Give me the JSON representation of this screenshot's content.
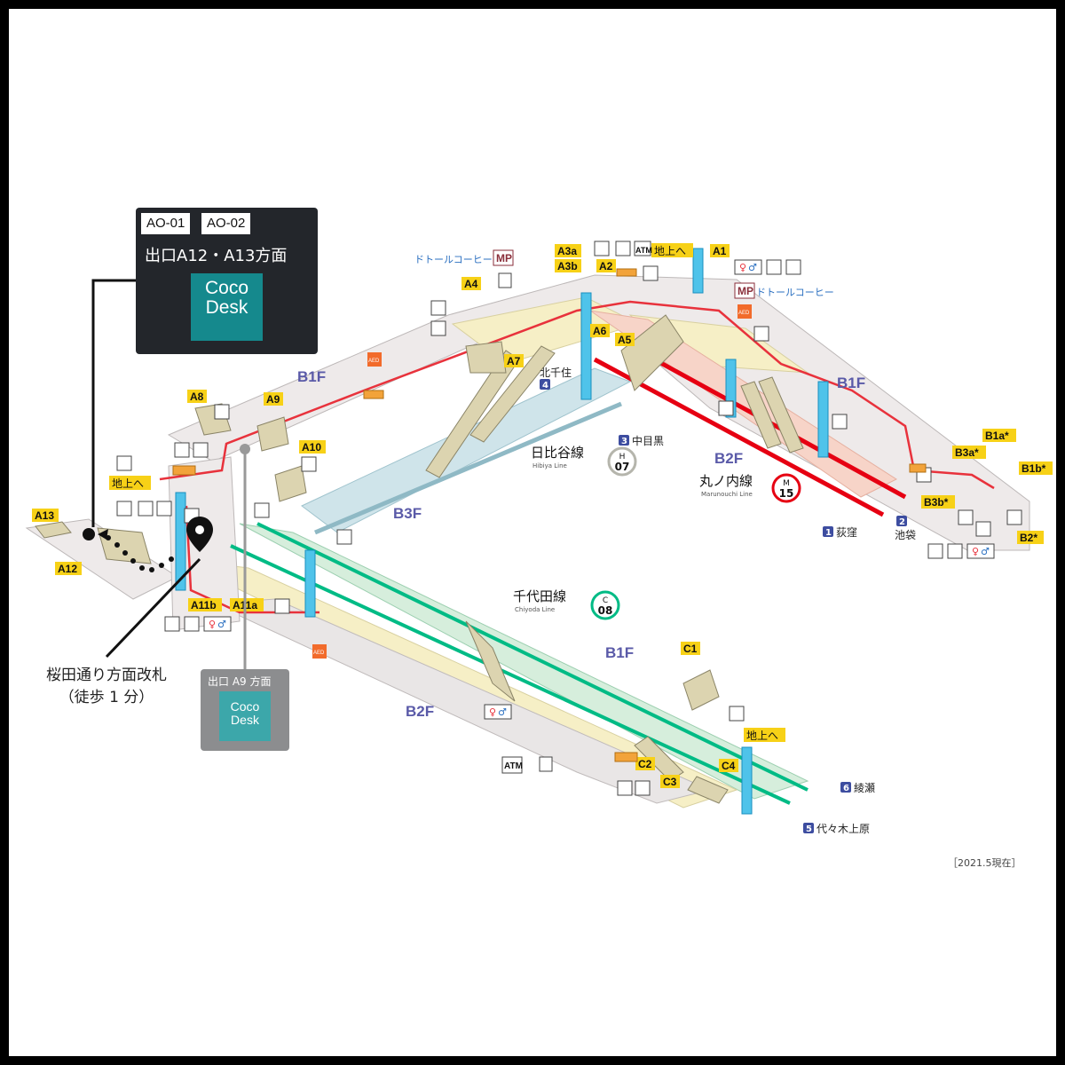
{
  "callout_main": {
    "tags": [
      "AO-01",
      "AO-02"
    ],
    "title": "出口A12・A13方面",
    "logo_line1": "Coco",
    "logo_line2": "Desk"
  },
  "callout_secondary": {
    "title": "出口 A9 方面",
    "logo_line1": "Coco",
    "logo_line2": "Desk"
  },
  "gate_note": {
    "line1": "桜田通り方面改札",
    "line2": "（徒歩 1 分）"
  },
  "floors": {
    "b1f_left": "B1F",
    "b1f_right": "B1F",
    "b2f_right": "B2F",
    "b3f": "B3F",
    "b1f_bottom": "B1F",
    "b2f_bottom": "B2F"
  },
  "exits": [
    "A1",
    "A2",
    "A3a",
    "A3b",
    "A4",
    "A5",
    "A6",
    "A7",
    "A8",
    "A9",
    "A10",
    "A11a",
    "A11b",
    "A12",
    "A13",
    "B1a*",
    "B1b*",
    "B2*",
    "B3a*",
    "B3b*",
    "C1",
    "C2",
    "C3",
    "C4"
  ],
  "to_ground": [
    "地上へ",
    "地上へ",
    "地上へ"
  ],
  "cafes": [
    "ドトールコーヒー",
    "ドトールコーヒー"
  ],
  "lines": {
    "hibiya": {
      "name": "日比谷線",
      "name_en": "Hibiya Line",
      "letter": "H",
      "number": "07",
      "color": "#b5b5ac"
    },
    "marunouchi": {
      "name": "丸ノ内線",
      "name_en": "Marunouchi Line",
      "letter": "M",
      "number": "15",
      "color": "#e60012"
    },
    "chiyoda": {
      "name": "千代田線",
      "name_en": "Chiyoda Line",
      "letter": "C",
      "number": "08",
      "color": "#00bb85"
    }
  },
  "platforms": [
    {
      "num": "4",
      "label": "北千住"
    },
    {
      "num": "3",
      "label": "中目黒"
    },
    {
      "num": "1",
      "label": "荻窪"
    },
    {
      "num": "2",
      "label": "池袋"
    },
    {
      "num": "6",
      "label": "綾瀬"
    },
    {
      "num": "5",
      "label": "代々木上原"
    }
  ],
  "icon_text": {
    "atm": "ATM",
    "mp": "MP",
    "aed": "AED"
  },
  "date_note": "［2021.5現在］"
}
